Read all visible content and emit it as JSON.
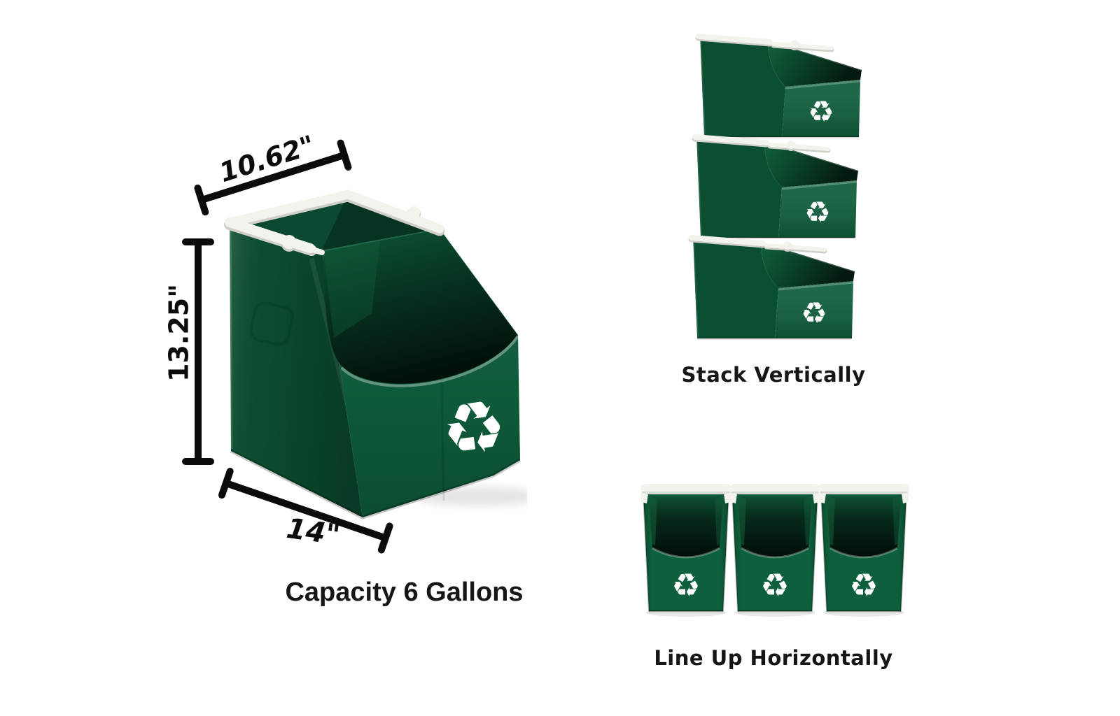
{
  "canvas": {
    "background": "#ffffff"
  },
  "colors": {
    "bin-green": "#0E5F3D",
    "bin-green-side": "#0B4E31",
    "bin-green-deep": "#0B4A30",
    "bin-interior-black": "#04180E",
    "rim-white": "#F3F3EE",
    "annotation-black": "#0B0B0B",
    "text-black": "#161616"
  },
  "icons": {
    "recycle": "♻"
  },
  "main_product": {
    "dim_width_label": "10.62\"",
    "dim_height_label": "13.25\"",
    "dim_depth_label": "14\"",
    "capacity_caption": "Capacity 6 Gallons"
  },
  "stack_section": {
    "caption": "Stack Vertically",
    "bin_count": 3
  },
  "lineup_section": {
    "caption": "Line Up Horizontally",
    "bin_count": 3
  }
}
